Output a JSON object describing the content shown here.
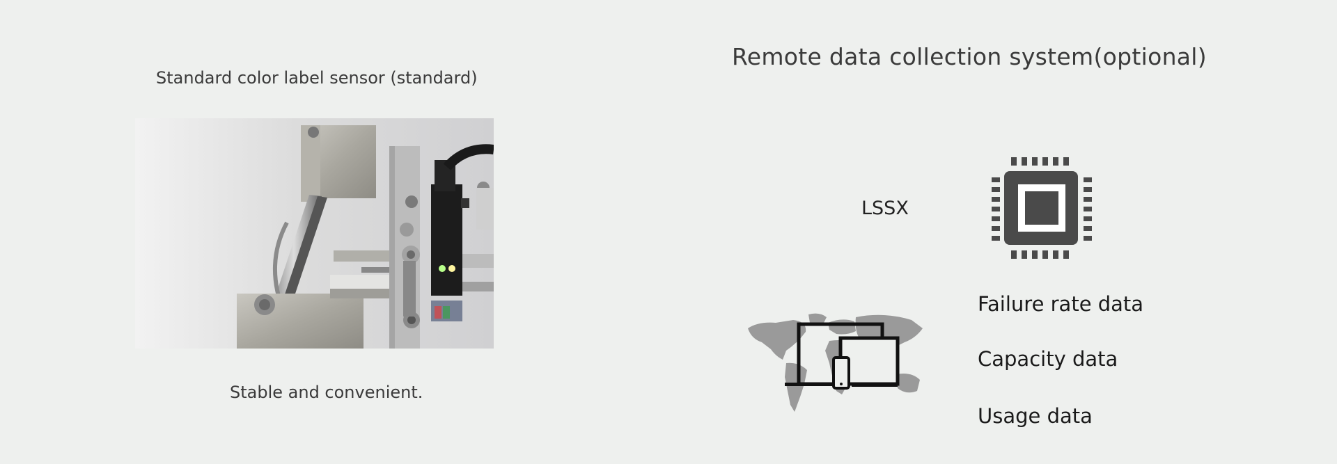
{
  "left_panel": {
    "sensor_caption": "Standard color label sensor (standard)",
    "bottom_caption": "Stable and convenient."
  },
  "right_panel": {
    "title": "Remote data collection system(optional)",
    "chip_label": "LSSX",
    "features": [
      "Failure rate data",
      "Capacity data",
      "Usage data"
    ]
  },
  "colors": {
    "background": "#eef0ee",
    "chip": "#4a4a4a",
    "map": "#9a9a9a"
  },
  "icons": {
    "chip": "processor-chip-icon",
    "devices": "world-map-devices-icon"
  }
}
